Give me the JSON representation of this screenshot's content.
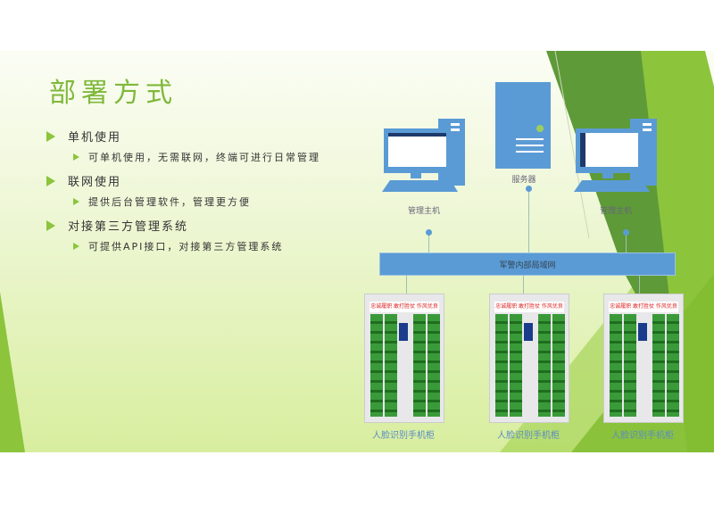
{
  "title": "部署方式",
  "bullets": [
    {
      "label": "单机使用",
      "sub": "可单机使用，无需联网，终端可进行日常管理"
    },
    {
      "label": "联网使用",
      "sub": "提供后台管理软件，管理更方便"
    },
    {
      "label": "对接第三方管理系统",
      "sub": "可提供API接口，对接第三方管理系统"
    }
  ],
  "diagram": {
    "host_left": "管理主机",
    "server": "服务器",
    "host_right": "管理主机",
    "network": "军警内部局域网",
    "cabinets": [
      "人脸识别手机柜",
      "人脸识别手机柜",
      "人脸识别手机柜"
    ],
    "cabinet_banner": "忠诚履职 敢打胜仗 作风优良"
  },
  "colors": {
    "accent": "#8cc43c",
    "blue": "#5b9bd5",
    "dark_green": "#5e9a38"
  }
}
